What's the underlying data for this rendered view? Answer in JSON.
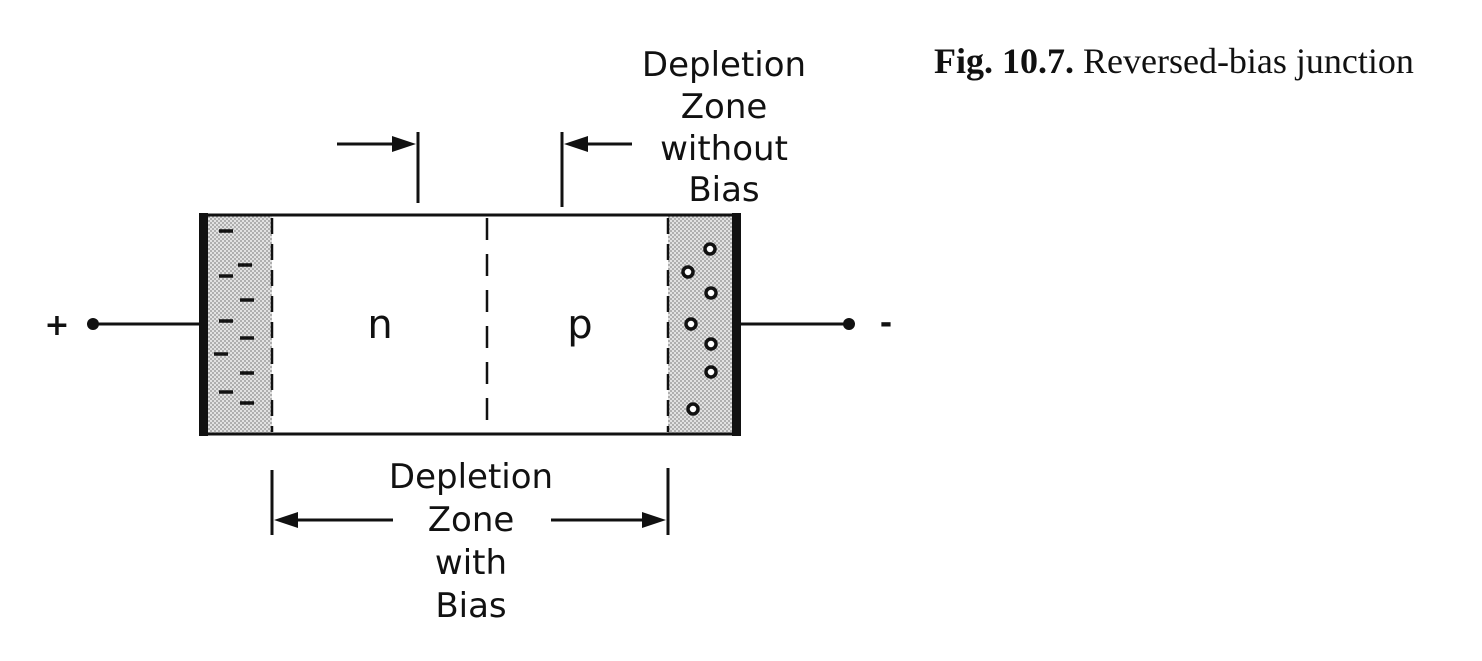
{
  "caption": {
    "figure_number": "Fig. 10.7.",
    "title": "Reversed-bias junction"
  },
  "regions": {
    "n_label": "n",
    "p_label": "p"
  },
  "terminals": {
    "left_sign": "+",
    "right_sign": "-"
  },
  "annotations": {
    "depletion_without_bias": [
      "Depletion",
      "Zone",
      "without",
      "Bias"
    ],
    "depletion_with_bias": [
      "Depletion",
      "Zone",
      "with",
      "Bias"
    ]
  },
  "colors": {
    "ink": "#111111",
    "shading": "#cfcfcf",
    "background": "#ffffff"
  }
}
